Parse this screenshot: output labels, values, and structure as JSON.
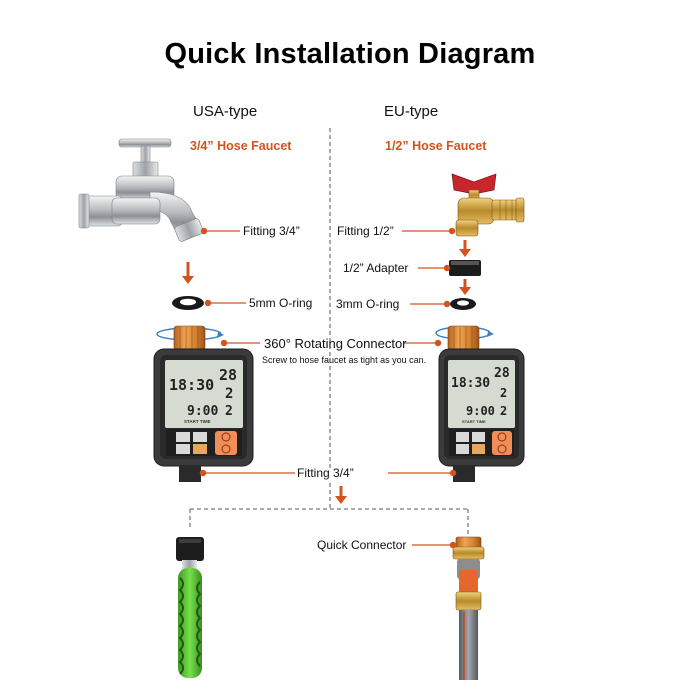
{
  "title": "Quick Installation Diagram",
  "left": {
    "type_label": "USA-type",
    "faucet_label": "3/4” Hose Faucet",
    "fitting_label": "Fitting 3/4”",
    "oring_label": "5mm O-ring"
  },
  "right": {
    "type_label": "EU-type",
    "faucet_label": "1/2” Hose Faucet",
    "fitting_label": "Fitting 1/2”",
    "adapter_label": "1/2” Adapter",
    "oring_label": "3mm O-ring"
  },
  "connector_label": "360° Rotating Connector",
  "connector_note": "Screw to hose faucet as tight as you can.",
  "bottom_fitting_label": "Fitting 3/4”",
  "quick_connector_label": "Quick Connector",
  "timer_display": {
    "clock": "18:30",
    "days": "28",
    "interval": "2",
    "start_time": "9:00",
    "duration": "2",
    "start_time_label": "START TIME"
  },
  "colors": {
    "accent": "#d2531f",
    "connector_orange": "#d8842e",
    "timer_body": "#3a3a3a",
    "lcd": "#d7dcd3",
    "hose_green": "#5fcf3a",
    "arrow": "#d2531f"
  }
}
